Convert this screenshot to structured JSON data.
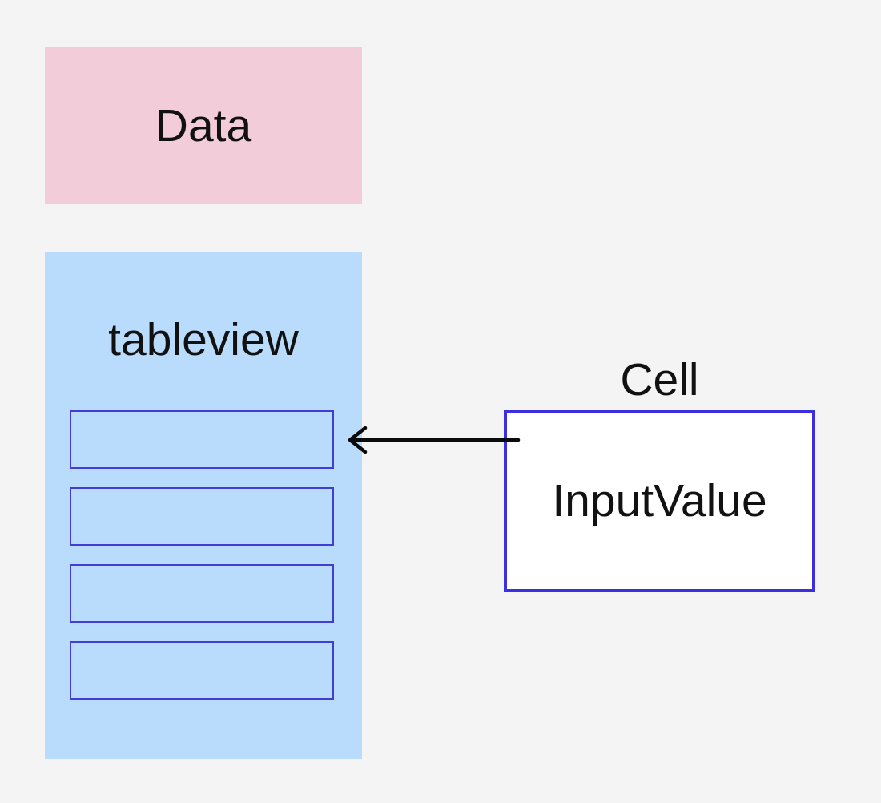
{
  "colors": {
    "background": "#f4f4f5",
    "data_box_fill": "#f3ccd9",
    "tableview_fill": "#b9dcfc",
    "row_border": "#423dd4",
    "cell_border": "#3b2fe0",
    "cell_fill": "#ffffff",
    "arrow": "#0b0b0b",
    "text": "#111111"
  },
  "diagram": {
    "data_box": {
      "label": "Data"
    },
    "tableview_box": {
      "label": "tableview",
      "row_count": 4
    },
    "cell": {
      "title": "Cell",
      "label": "InputValue"
    }
  }
}
